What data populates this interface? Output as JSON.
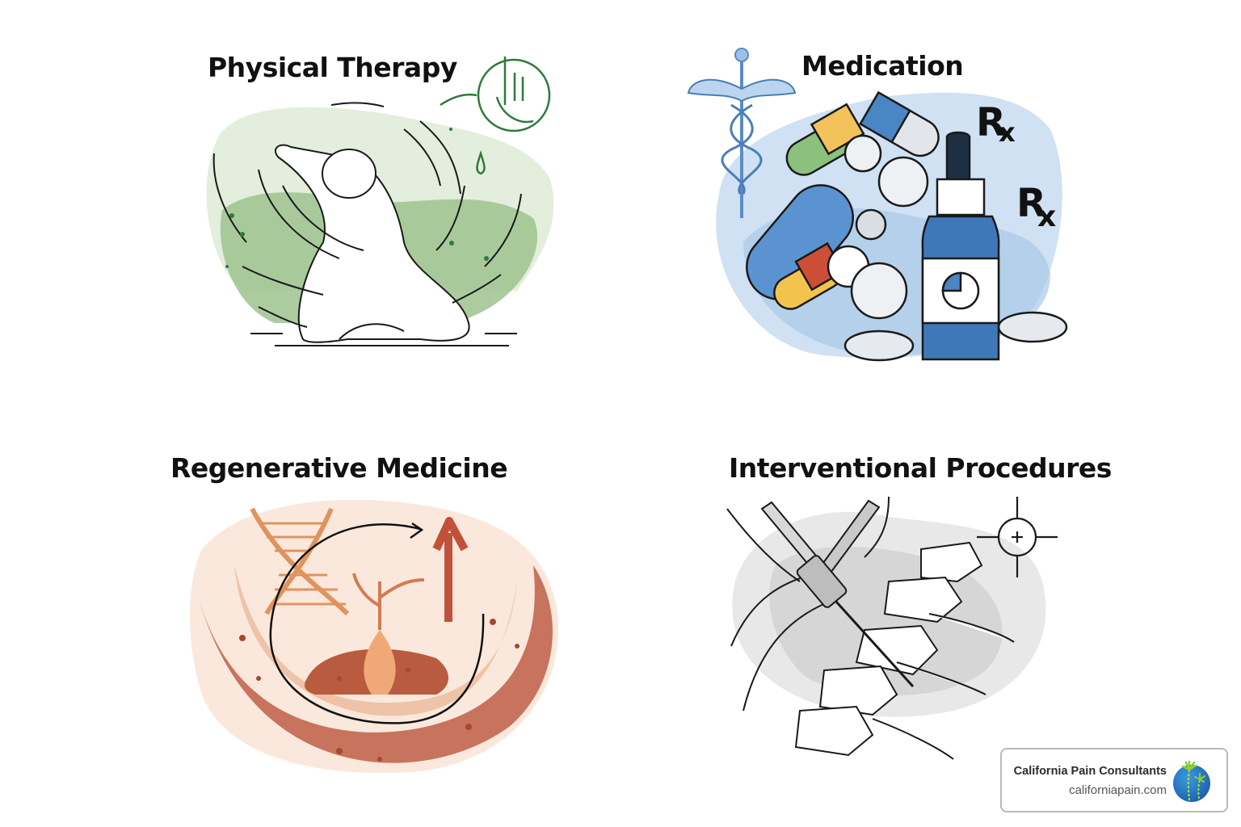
{
  "panels": [
    {
      "id": "physical-therapy",
      "title": "Physical Therapy",
      "accent": "#6aa460",
      "illustration": "person-stretching-icon"
    },
    {
      "id": "medication",
      "title": "Medication",
      "accent": "#4a85c4",
      "illustration": "pills-and-bottle-icon",
      "rx_labels": [
        "Rx",
        "Rx"
      ]
    },
    {
      "id": "regenerative-medicine",
      "title": "Regenerative Medicine",
      "accent": "#c0614a",
      "illustration": "dna-sprout-icon"
    },
    {
      "id": "interventional-procedures",
      "title": "Interventional Procedures",
      "accent": "#9a9a9a",
      "illustration": "spine-injection-icon"
    }
  ],
  "badge": {
    "name": "California Pain Consultants",
    "url": "californiapain.com",
    "logo": "palm-globe-icon"
  }
}
